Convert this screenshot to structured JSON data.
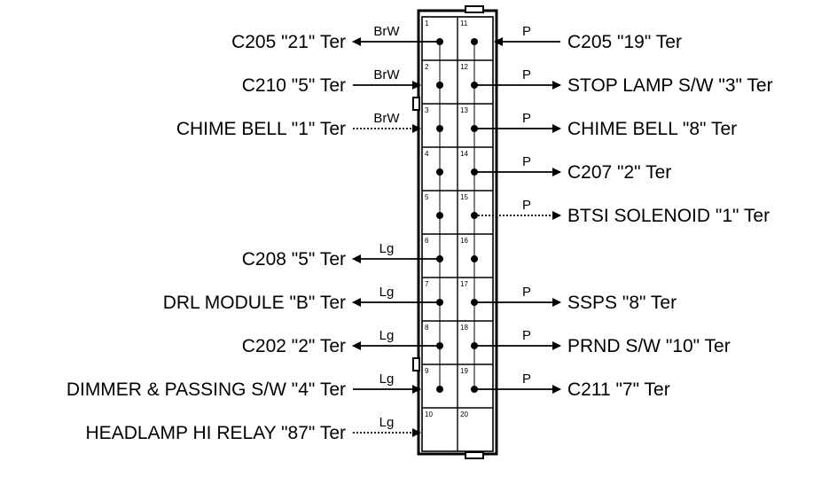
{
  "connector": {
    "left_pins": [
      "1",
      "2",
      "3",
      "4",
      "5",
      "6",
      "7",
      "8",
      "9",
      "10"
    ],
    "right_pins": [
      "11",
      "12",
      "13",
      "14",
      "15",
      "16",
      "17",
      "18",
      "19",
      "20"
    ]
  },
  "left_circuits": [
    {
      "pin": "1",
      "color": "BrW",
      "label": "C205 \"21\" Ter",
      "direction": "out",
      "style": "solid"
    },
    {
      "pin": "2",
      "color": "BrW",
      "label": "C210 \"5\" Ter",
      "direction": "in",
      "style": "solid"
    },
    {
      "pin": "3",
      "color": "BrW",
      "label": "CHIME BELL \"1\" Ter",
      "direction": "in",
      "style": "dotted"
    },
    {
      "pin": "6",
      "color": "Lg",
      "label": "C208 \"5\" Ter",
      "direction": "out",
      "style": "solid"
    },
    {
      "pin": "7",
      "color": "Lg",
      "label": "DRL MODULE \"B\" Ter",
      "direction": "out",
      "style": "solid"
    },
    {
      "pin": "8",
      "color": "Lg",
      "label": "C202 \"2\" Ter",
      "direction": "out",
      "style": "solid"
    },
    {
      "pin": "9",
      "color": "Lg",
      "label": "DIMMER & PASSING S/W \"4\" Ter",
      "direction": "in",
      "style": "solid"
    },
    {
      "pin": "10",
      "color": "Lg",
      "label": "HEADLAMP HI RELAY \"87\" Ter",
      "direction": "in",
      "style": "dotted"
    }
  ],
  "right_circuits": [
    {
      "pin": "11",
      "color": "P",
      "label": "C205 \"19\" Ter",
      "direction": "in",
      "style": "solid"
    },
    {
      "pin": "12",
      "color": "P",
      "label": "STOP LAMP S/W \"3\" Ter",
      "direction": "out",
      "style": "solid"
    },
    {
      "pin": "13",
      "color": "P",
      "label": "CHIME BELL \"8\" Ter",
      "direction": "out",
      "style": "solid"
    },
    {
      "pin": "14",
      "color": "P",
      "label": "C207 \"2\" Ter",
      "direction": "out",
      "style": "solid"
    },
    {
      "pin": "15",
      "color": "P",
      "label": "BTSI SOLENOID \"1\" Ter",
      "direction": "out",
      "style": "dotted"
    },
    {
      "pin": "17",
      "color": "P",
      "label": "SSPS \"8\" Ter",
      "direction": "out",
      "style": "solid"
    },
    {
      "pin": "18",
      "color": "P",
      "label": "PRND S/W \"10\" Ter",
      "direction": "out",
      "style": "solid"
    },
    {
      "pin": "19",
      "color": "P",
      "label": "C211 \"7\" Ter",
      "direction": "out",
      "style": "solid"
    }
  ]
}
